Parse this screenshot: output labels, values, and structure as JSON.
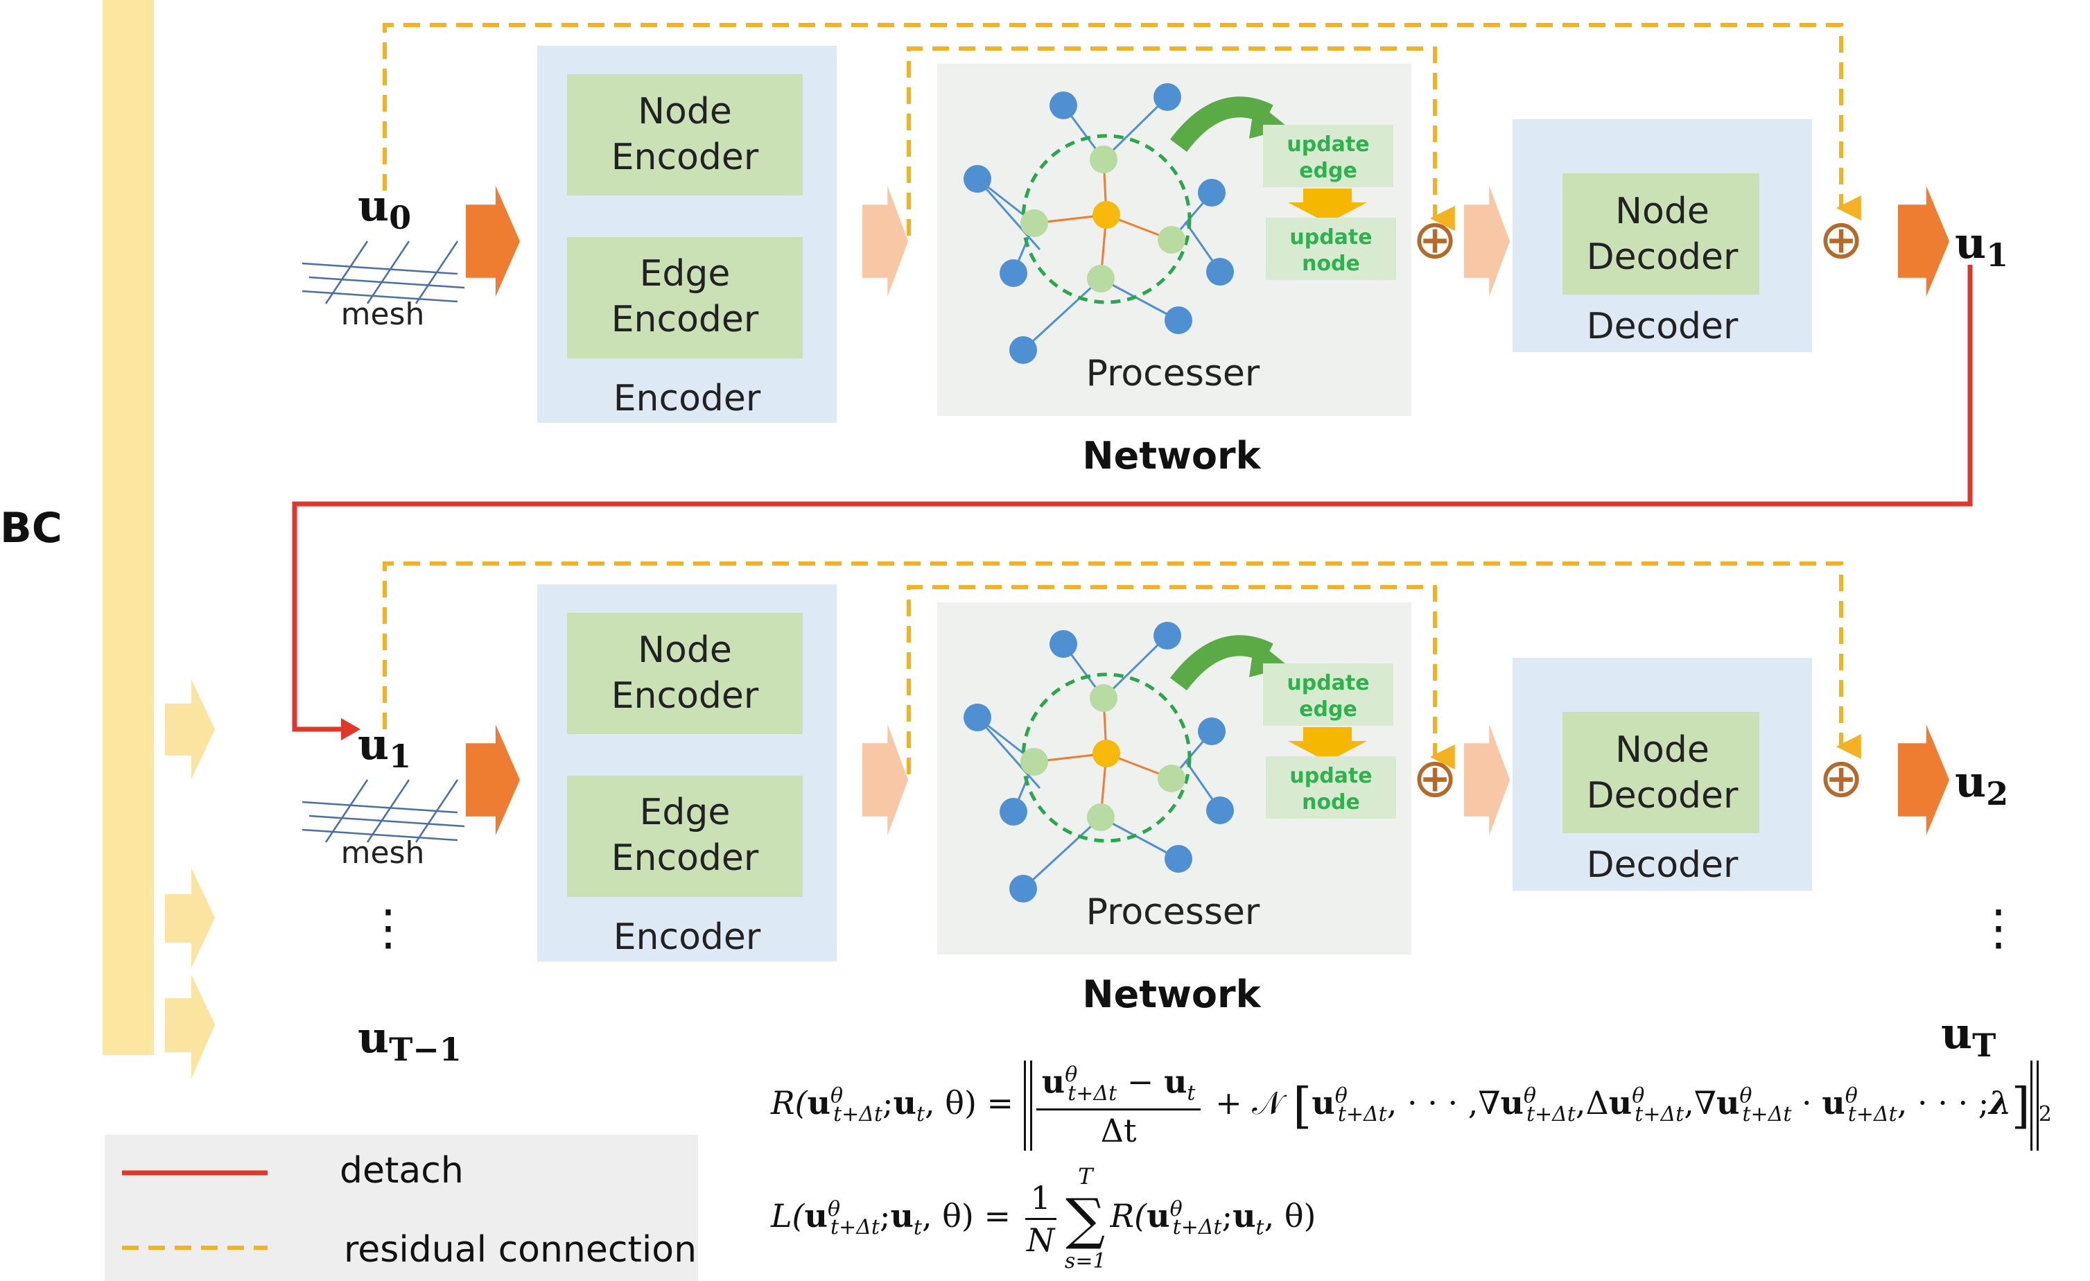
{
  "bc_label": "BC",
  "rows": [
    {
      "input_label": "u",
      "input_sub": "0",
      "mesh_label": "mesh",
      "encoder": {
        "node": [
          "Node",
          "Encoder"
        ],
        "edge": [
          "Edge",
          "Encoder"
        ],
        "label": "Encoder"
      },
      "processor": {
        "label": "Processer",
        "update_edge": [
          "update",
          "edge"
        ],
        "update_node": [
          "update",
          "node"
        ]
      },
      "decoder": {
        "node": [
          "Node",
          "Decoder"
        ],
        "label": "Decoder"
      },
      "network_label": "Network",
      "output_label": "u",
      "output_sub": "1"
    },
    {
      "input_label": "u",
      "input_sub": "1",
      "mesh_label": "mesh",
      "encoder": {
        "node": [
          "Node",
          "Encoder"
        ],
        "edge": [
          "Edge",
          "Encoder"
        ],
        "label": "Encoder"
      },
      "processor": {
        "label": "Processer",
        "update_edge": [
          "update",
          "edge"
        ],
        "update_node": [
          "update",
          "node"
        ]
      },
      "decoder": {
        "node": [
          "Node",
          "Decoder"
        ],
        "label": "Decoder"
      },
      "network_label": "Network",
      "output_label": "u",
      "output_sub": "2"
    }
  ],
  "ellipsis": "⋮",
  "last_input": {
    "label": "u",
    "sub": "T−1"
  },
  "last_output": {
    "label": "u",
    "sub": "T"
  },
  "plus_symbol": "⊕",
  "legend": {
    "detach": "detach",
    "residual": "residual connection"
  },
  "colors": {
    "bc_bar": "#fce6a0",
    "orange_arrow": "#ee7d31",
    "light_arrow": "#f7c7a6",
    "yellow_arrow": "#fbe4a0",
    "block_bg": "#ddeaf6",
    "green_box": "#c9e1b5",
    "processor_bg": "#eff1ee",
    "detach_line": "#e2362a",
    "residual_line": "#f5b220",
    "node_blue": "#4f90d2",
    "node_green": "#b7dba0",
    "node_center": "#f7b90c",
    "update_text": "#2eb24d",
    "plus_color": "#b56a2a"
  },
  "formula": {
    "r_lhs": "R(",
    "theta": "θ",
    "sub_tdt": "t+Δt",
    "u": "u",
    "t": "t",
    "minus": " − ",
    "delta_t": "Δt",
    "plus": " + ",
    "n_op": "𝒩",
    "dots": " · · · ",
    "nabla": "∇",
    "lap": "Δ",
    "lambda": "λ",
    "norm_sub": "2",
    "l_lhs": "L(",
    "one": "1",
    "N": "N",
    "sum": "∑",
    "sum_top": "T",
    "sum_bot": "s=1",
    "eq": " = ",
    "close_theta": ", θ)",
    "semicolon": ";"
  }
}
